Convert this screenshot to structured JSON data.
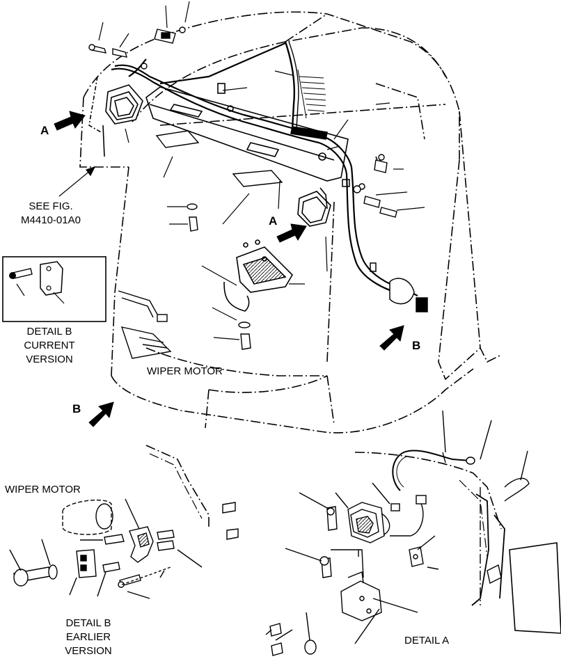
{
  "labels": {
    "arrow_a_left": "A",
    "arrow_a_center": "A",
    "arrow_b_right": "B",
    "arrow_b_left": "B",
    "see_fig_line1": "SEE FIG.",
    "see_fig_line2": "M4410-01A0",
    "detail_b_current_line1": "DETAIL B",
    "detail_b_current_line2": "CURRENT",
    "detail_b_current_line3": "VERSION",
    "wiper_motor_main": "WIPER MOTOR",
    "wiper_motor_detail": "WIPER MOTOR",
    "detail_b_earlier_line1": "DETAIL B",
    "detail_b_earlier_line2": "EARLIER",
    "detail_b_earlier_line3": "VERSION",
    "detail_a": "DETAIL A"
  },
  "colors": {
    "ink": "#000000",
    "paper": "#ffffff",
    "shade": "#cfcfcf"
  }
}
